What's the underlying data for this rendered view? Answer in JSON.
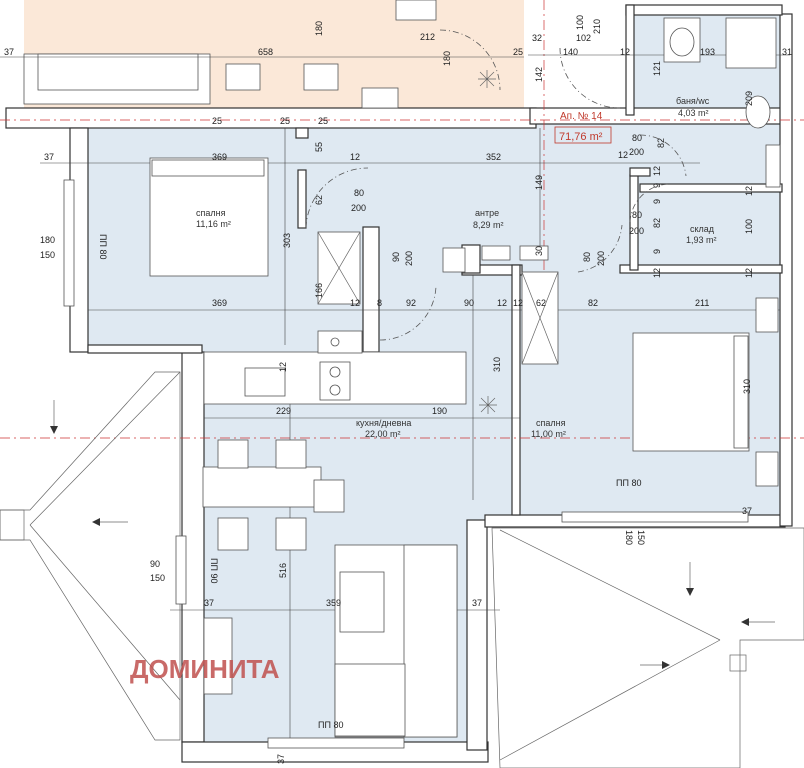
{
  "apartment": {
    "label": "Ап. № 14",
    "area": "71,76 m²"
  },
  "brand": {
    "text": "ДОМИНИТА",
    "color": "#c0504d"
  },
  "colors": {
    "apartment_fill": "#dfe9f2",
    "neighbor_fill": "#fbe8d8",
    "axis": "#cc3333"
  },
  "rooms": {
    "bath": {
      "name": "баня/wc",
      "area": "4,03 m²"
    },
    "bedroom1": {
      "name": "спалня",
      "area": "11,16 m²"
    },
    "hall": {
      "name": "антре",
      "area": "8,29 m²"
    },
    "storage": {
      "name": "склад",
      "area": "1,93 m²"
    },
    "kitchen": {
      "name": "кухня/дневна",
      "area": "22,00 m²"
    },
    "bedroom2": {
      "name": "спалня",
      "area": "11,00 m²"
    }
  },
  "windows": {
    "w1_label": "ПП 80",
    "w1_w": "180",
    "w1_h": "150",
    "w2_label": "ПП 90",
    "w2_w": "90",
    "w2_h": "150",
    "w3_label": "ПП 80",
    "w3_w": "180",
    "w3_h": "150",
    "w4_label": "ПП 80"
  },
  "doors": {
    "d1_w": "80",
    "d1_h": "200",
    "d2_w": "90",
    "d2_h": "200",
    "d3_w": "80",
    "d3_h": "200",
    "d4_w": "80",
    "d4_h": "200",
    "d5_w": "80",
    "d5_h": "200"
  },
  "dims": {
    "t_37a": "37",
    "t_658": "658",
    "t_180": "180",
    "t_212": "212",
    "t_180b": "180",
    "t_25a": "25",
    "t_32": "32",
    "t_140": "140",
    "t_102": "102",
    "t_100": "100",
    "t_210": "210",
    "t_12a": "12",
    "t_193": "193",
    "t_31": "31",
    "t_142": "142",
    "t_121": "121",
    "t_209": "209",
    "t_25b": "25",
    "t_25c": "25",
    "t_25d": "25",
    "t_37b": "37",
    "t_369a": "369",
    "t_55": "55",
    "t_12b": "12",
    "t_352": "352",
    "t_12c": "12",
    "t_82a": "82",
    "t_62a": "62",
    "t_149": "149",
    "t_303": "303",
    "t_12d": "12",
    "t_9a": "9",
    "t_82b": "82",
    "t_9b": "9",
    "t_100b": "100",
    "t_12e": "12",
    "t_30": "30",
    "t_9c": "9",
    "t_12f": "12",
    "t_12g": "12",
    "t_166": "166",
    "t_369b": "369",
    "t_12h": "12",
    "t_8": "8",
    "t_92": "92",
    "t_90": "90",
    "t_12i": "12",
    "t_62b": "62",
    "t_82c": "82",
    "t_211": "211",
    "t_12j": "12",
    "t_310a": "310",
    "t_310b": "310",
    "t_12k": "12",
    "t_229": "229",
    "t_190": "190",
    "t_516": "516",
    "t_37c": "37",
    "t_359": "359",
    "t_37d": "37",
    "t_37e": "37",
    "t_37f": "37"
  }
}
